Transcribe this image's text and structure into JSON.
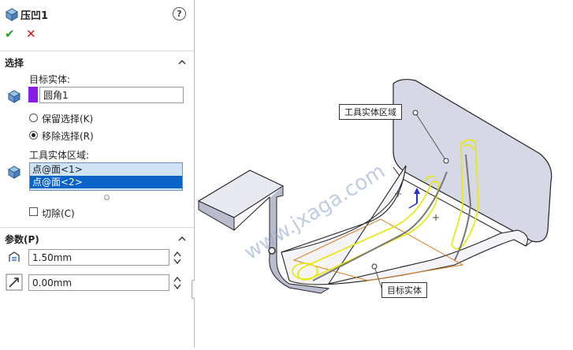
{
  "header": {
    "title": "压凹1",
    "help_label": "?"
  },
  "actions": {
    "ok_label": "✔",
    "cancel_label": "✕"
  },
  "selection": {
    "heading": "选择",
    "target_body_label": "目标实体:",
    "target_body_value": "圆角1",
    "keep_selection_label": "保留选择(K)",
    "remove_selection_label": "移除选择(R)",
    "tool_region_label": "工具实体区域:",
    "tool_region_items": [
      "点@面<1>",
      "点@面<2>"
    ],
    "cut_label": "切除(C)"
  },
  "parameters": {
    "heading": "参数(P)",
    "thickness_value": "1.50mm",
    "clearance_value": "0.00mm"
  },
  "viewport": {
    "callout_tool_region": "工具实体区域",
    "callout_target_body": "目标实体",
    "watermark": "www.jxaga.com"
  }
}
